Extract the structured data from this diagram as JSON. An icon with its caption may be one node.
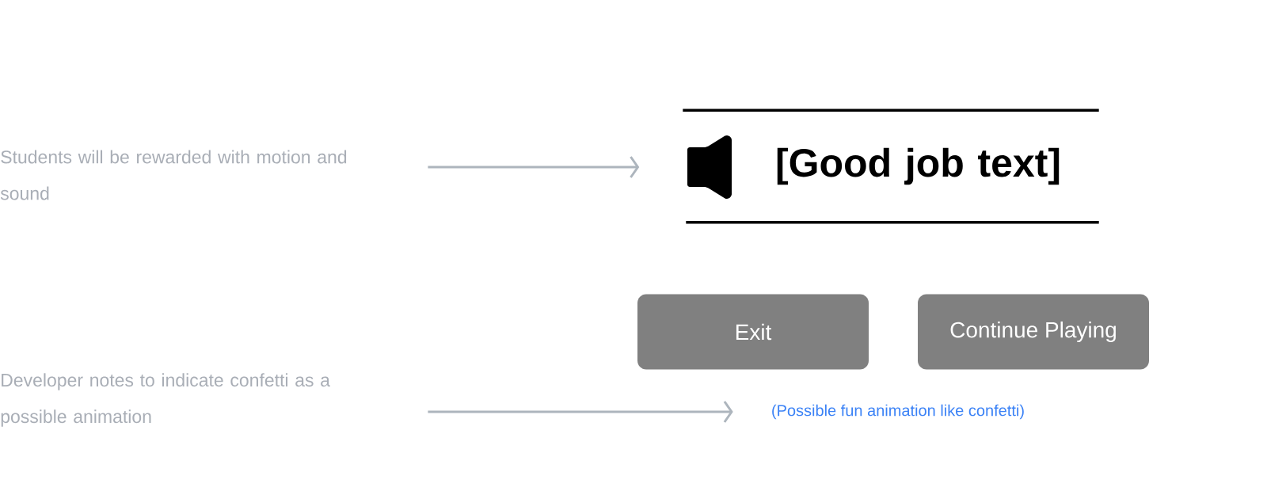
{
  "diagram": {
    "nodes": [
      {
        "text": [
          "Students will be rewarded with motion and sound"
        ]
      },
      {
        "text": [
          "[Good job text]"
        ]
      },
      {
        "text": [
          "Exit"
        ]
      },
      {
        "text": [
          "Continue Playing"
        ]
      },
      {
        "text": [
          "Developer notes to indicate confetti as a possible animation"
        ]
      },
      {
        "text": [
          "(Possible fun animation like confetti)"
        ]
      }
    ],
    "edges": [
      {
        "from": 0,
        "to": 1,
        "arrow": "to"
      },
      {
        "from": 4,
        "to": 5,
        "arrow": "to"
      }
    ]
  }
}
